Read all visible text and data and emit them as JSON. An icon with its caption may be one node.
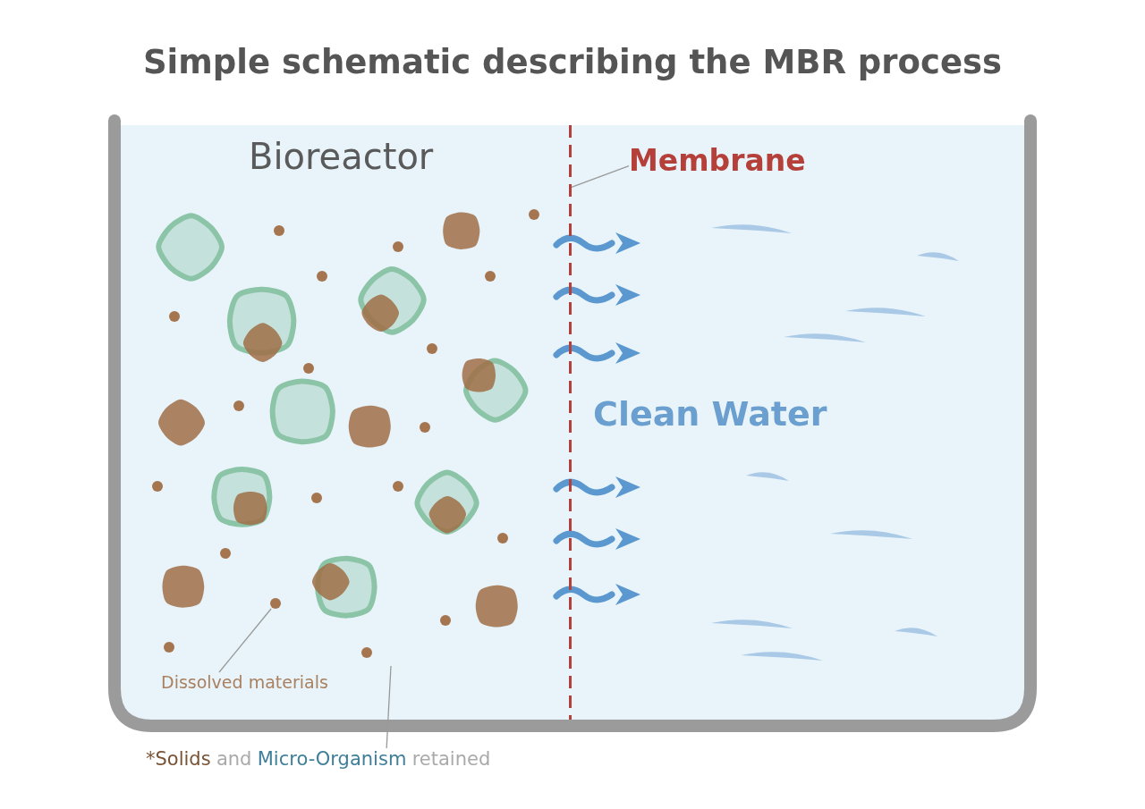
{
  "diagram": {
    "title": "Simple schematic describing the MBR process",
    "nodes": [
      {
        "text": [
          "Membrane"
        ]
      },
      {
        "text": [],
        "shape": "line"
      },
      {
        "text": [
          "Dissolved materials"
        ]
      },
      {
        "text": [],
        "shape": "circle"
      },
      {
        "text": [
          "*Solids",
          "and",
          "Micro-Organism",
          "retained"
        ]
      }
    ],
    "edges": [
      {
        "from": 0,
        "to": 1,
        "arrow": "none"
      },
      {
        "from": 2,
        "to": 3,
        "arrow": "none"
      },
      {
        "from": 4,
        "to": null,
        "arrow": "none"
      }
    ],
    "labels": [
      "Bioreactor",
      "Clean Water"
    ]
  }
}
